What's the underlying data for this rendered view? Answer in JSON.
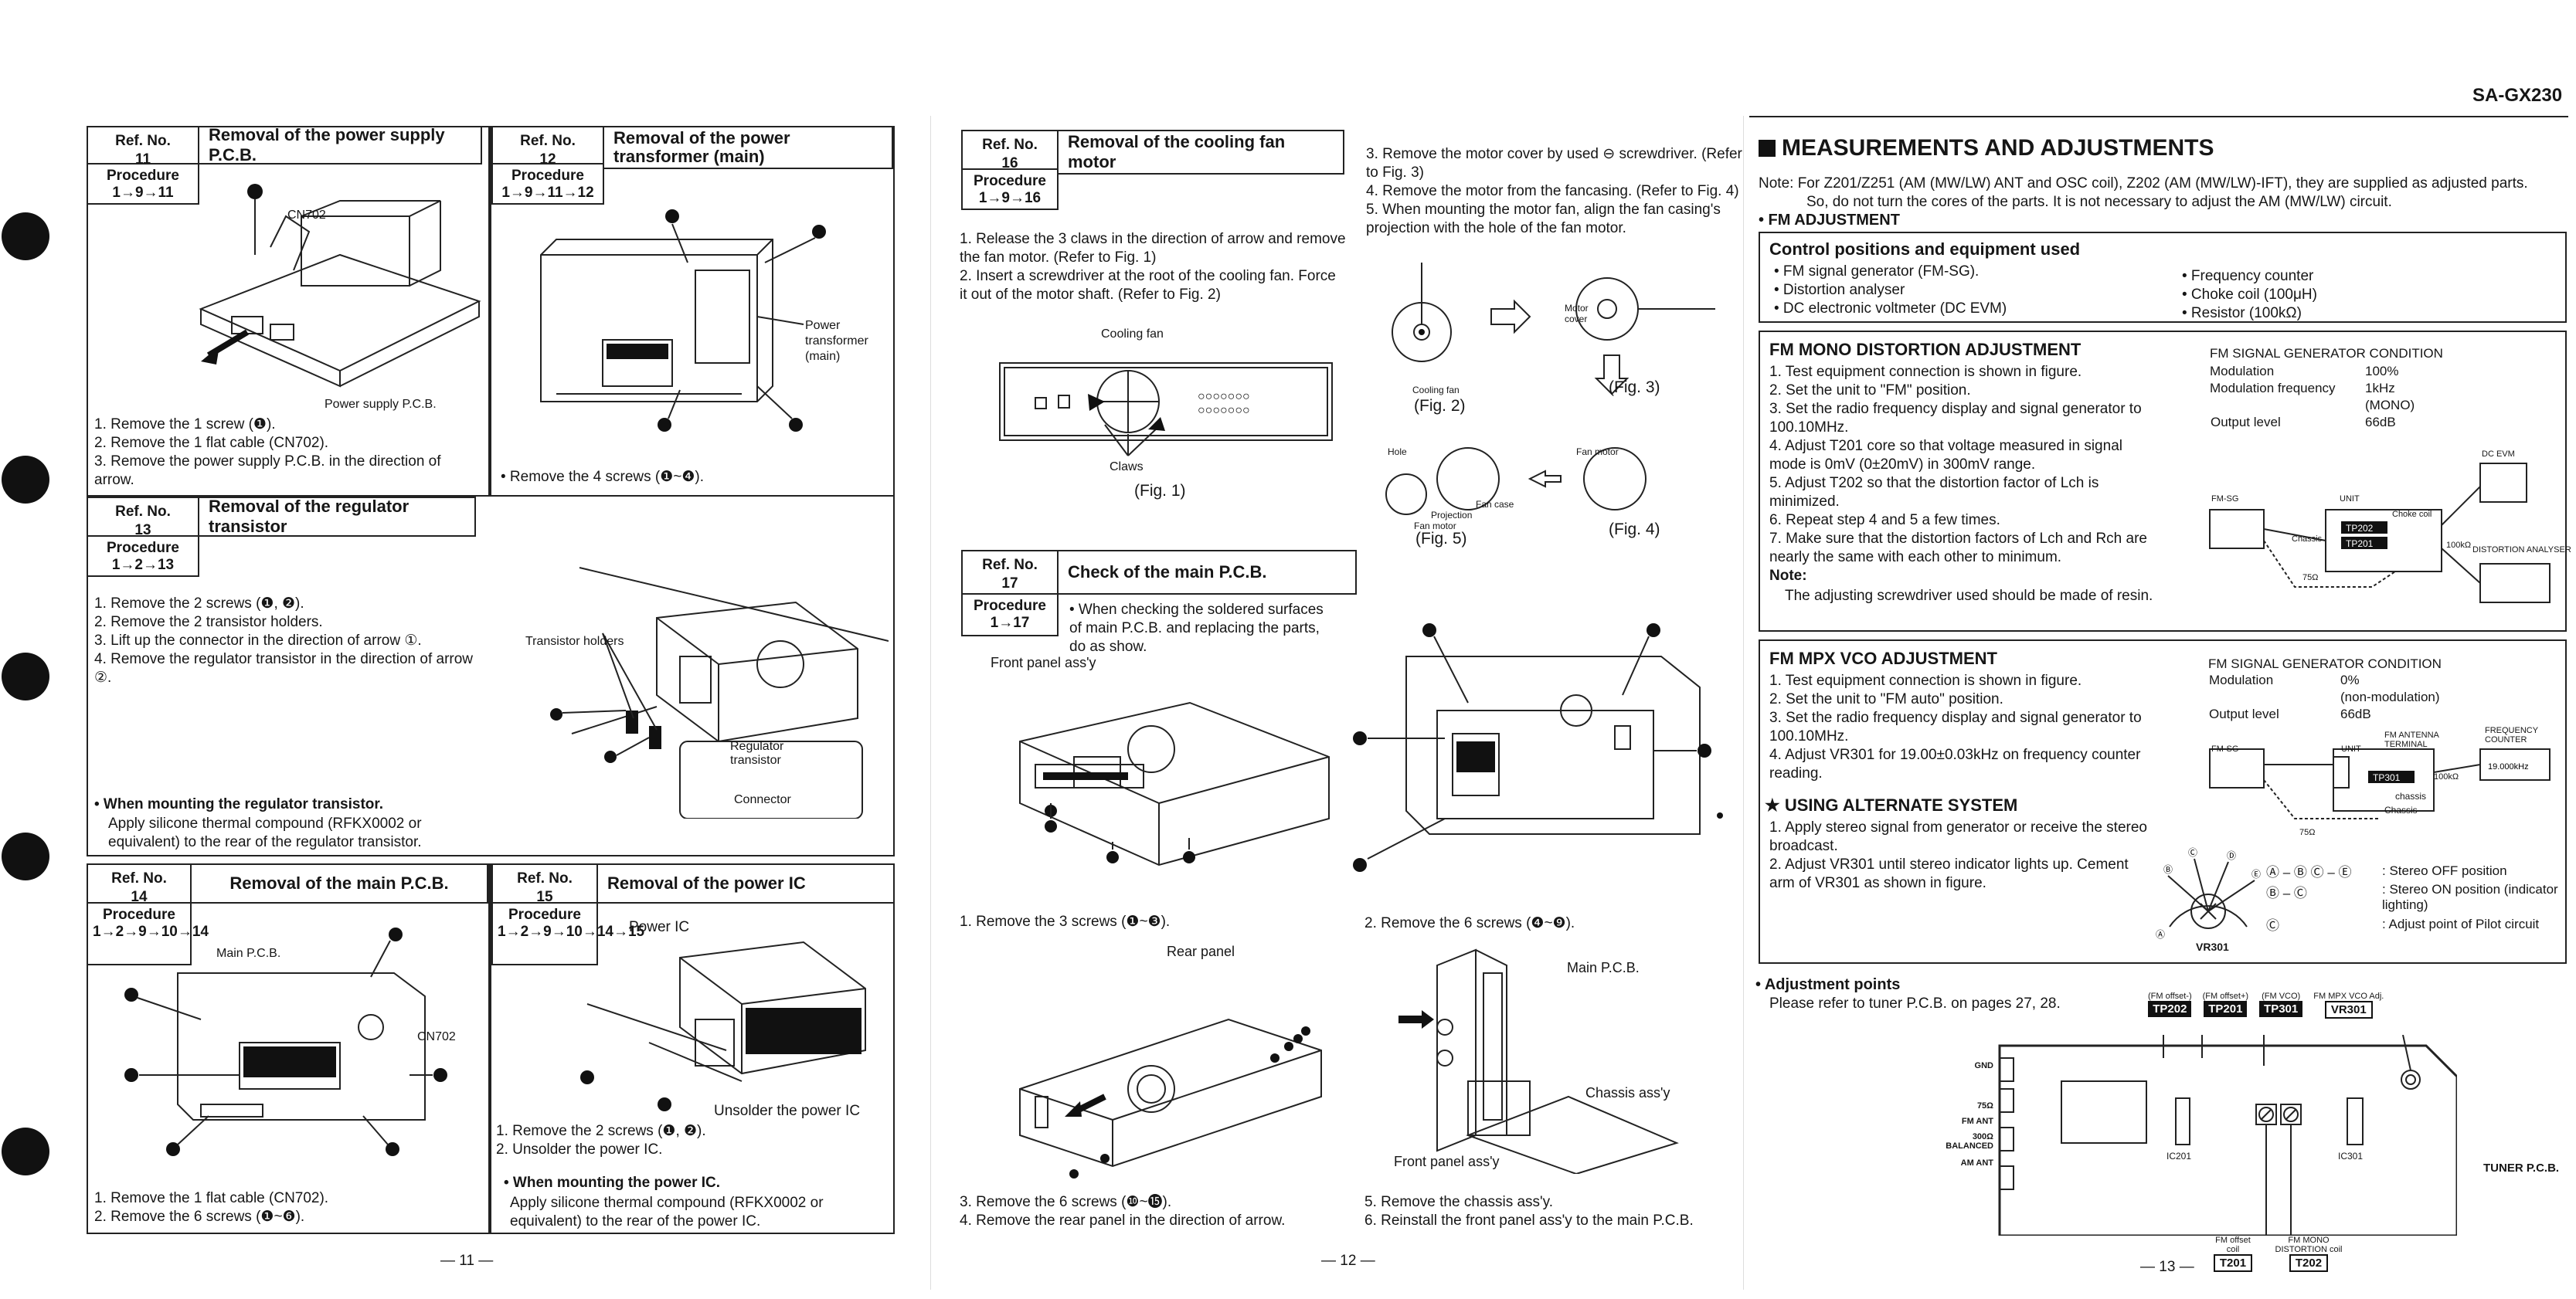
{
  "model": "SA-GX230",
  "page_numbers": [
    "— 11 —",
    "— 12 —",
    "— 13 —"
  ],
  "labels": {
    "ref_no": "Ref. No.",
    "procedure": "Procedure"
  },
  "sec11": {
    "ref": "11",
    "title": "Removal of the power supply P.C.B.",
    "procedure": "1→9→11",
    "fig_labels": [
      "CN702",
      "Power supply P.C.B."
    ],
    "steps": [
      "1. Remove the 1 screw (❶).",
      "2. Remove the 1 flat cable (CN702).",
      "3. Remove the power supply P.C.B. in the direction of arrow."
    ]
  },
  "sec12": {
    "ref": "12",
    "title": "Removal of the power transformer (main)",
    "procedure": "1→9→11→12",
    "fig_labels": [
      "Power transformer (main)"
    ],
    "note": "• Remove the 4 screws (❶~❹)."
  },
  "sec13": {
    "ref": "13",
    "title": "Removal of the regulator transistor",
    "procedure": "1→2→13",
    "steps": [
      "1. Remove the 2 screws (❶, ❷).",
      "2. Remove the 2 transistor holders.",
      "3. Lift up the connector in the direction of arrow ①.",
      "4. Remove the regulator transistor in the direction of arrow ②."
    ],
    "fig_labels": [
      "Transistor holders",
      "Regulator transistor",
      "Connector"
    ],
    "mount_head": "• When mounting the regulator transistor.",
    "mount_text": "Apply silicone thermal compound (RFKX0002 or equivalent) to the rear of the regulator transistor."
  },
  "sec14": {
    "ref": "14",
    "title": "Removal of the main P.C.B.",
    "procedure": "1→2→9→10→14",
    "fig_labels": [
      "Main P.C.B.",
      "CN702"
    ],
    "steps": [
      "1. Remove the 1 flat cable (CN702).",
      "2. Remove the 6 screws (❶~❻)."
    ]
  },
  "sec15": {
    "ref": "15",
    "title": "Removal of the power IC",
    "procedure": "1→2→9→10→14→15",
    "fig_labels": [
      "Power IC",
      "Unsolder the power IC"
    ],
    "steps": [
      "1. Remove the 2 screws (❶, ❷).",
      "2. Unsolder the power IC."
    ],
    "mount_head": "• When mounting the power IC.",
    "mount_text": "Apply silicone thermal compound (RFKX0002 or equivalent) to the rear of the power IC."
  },
  "sec16": {
    "ref": "16",
    "title": "Removal of the cooling fan motor",
    "procedure": "1→9→16",
    "steps_left": [
      "1. Release the 3 claws in the direction of arrow and remove the fan motor. (Refer to Fig. 1)",
      "2. Insert a screwdriver at the root of the cooling fan. Force it out of the motor shaft. (Refer to Fig. 2)"
    ],
    "steps_right": [
      "3. Remove the motor cover by used ⊖ screwdriver. (Refer to Fig. 3)",
      "4. Remove the motor from the fancasing. (Refer to Fig. 4)",
      "5. When mounting the motor fan, align the fan casing's projection with the hole of the fan motor."
    ],
    "fig_labels": [
      "Cooling fan",
      "Claws",
      "(Fig. 1)",
      "Cooling fan",
      "(Fig. 2)",
      "Motor cover",
      "(Fig. 3)",
      "Hole",
      "Projection",
      "Fan motor",
      "Fan case",
      "(Fig. 5)",
      "Fan motor",
      "(Fig. 4)"
    ]
  },
  "sec17": {
    "ref": "17",
    "title": "Check of the main P.C.B.",
    "procedure": "1→17",
    "intro": "• When checking the soldered surfaces of main P.C.B. and replacing the parts, do as show.",
    "fig_labels": [
      "Front panel ass'y",
      "Rear panel",
      "Main P.C.B.",
      "Chassis ass'y",
      "Front panel ass'y"
    ],
    "step1": "1. Remove the 3 screws (❶~❸).",
    "step2": "2. Remove the 6 screws (❹~❾).",
    "steps_bl": [
      "3. Remove the 6 screws (❿~⓯).",
      "4. Remove the rear panel in the direction of arrow."
    ],
    "steps_br": [
      "5. Remove the chassis ass'y.",
      "6. Reinstall the front panel ass'y to the main P.C.B."
    ]
  },
  "meas": {
    "heading": "MEASUREMENTS AND ADJUSTMENTS",
    "note1": "Note: For Z201/Z251 (AM (MW/LW) ANT and OSC coil), Z202 (AM (MW/LW)-IFT), they are supplied as adjusted parts.",
    "note2": "So, do not turn the cores of the parts.  It is not necessary to adjust the AM (MW/LW) circuit.",
    "fm_adj": "• FM ADJUSTMENT",
    "ctrl_head": "Control positions and equipment used",
    "ctrl_left": [
      "• FM signal generator (FM-SG).",
      "• Distortion analyser",
      "• DC electronic voltmeter (DC EVM)"
    ],
    "ctrl_right": [
      "• Frequency counter",
      "• Choke coil (100μH)",
      "• Resistor (100kΩ)"
    ],
    "mono_head": "FM MONO DISTORTION ADJUSTMENT",
    "mono_steps": [
      "1. Test equipment connection is shown in figure.",
      "2. Set the unit to \"FM\" position.",
      "3. Set the radio frequency display and signal generator to 100.10MHz.",
      "4. Adjust T201 core so that voltage measured in signal mode is 0mV (0±20mV) in 300mV range.",
      "5. Adjust T202 so that the distortion factor of Lch is minimized.",
      "6. Repeat step 4 and 5 a few times.",
      "7. Make sure that the distortion factors of Lch and Rch are nearly the same with each other to minimum."
    ],
    "mono_note_head": "Note:",
    "mono_note": "The adjusting screwdriver used should be made of resin.",
    "sg_cond_head": "FM SIGNAL GENERATOR CONDITION",
    "sg_mono": [
      [
        "Modulation",
        "100%"
      ],
      [
        "Modulation frequency",
        "1kHz"
      ],
      [
        "",
        "(MONO)"
      ],
      [
        "Output level",
        "66dB"
      ]
    ],
    "mono_fig_labels": [
      "DC EVM",
      "FM-SG",
      "UNIT",
      "Choke coil",
      "TP202",
      "TP201",
      "Chassis",
      "DISTORTION ANALYSER",
      "75Ω",
      "100kΩ"
    ],
    "vco_head": "FM MPX VCO ADJUSTMENT",
    "vco_steps": [
      "1. Test equipment connection is shown in figure.",
      "2. Set the unit to \"FM auto\" position.",
      "3. Set the radio frequency display and signal generator to 100.10MHz.",
      "4. Adjust VR301 for 19.00±0.03kHz on frequency counter reading."
    ],
    "sg_vco": [
      [
        "Modulation",
        "0%"
      ],
      [
        "",
        "(non-modulation)"
      ],
      [
        "Output level",
        "66dB"
      ]
    ],
    "vco_fig_labels": [
      "FREQUENCY COUNTER",
      "FM ANTENNA TERMINAL",
      "FM-SG",
      "UNIT",
      "TP301",
      "chassis",
      "Chassis",
      "19.000kHz",
      "100kΩ",
      "75Ω"
    ],
    "alt_head": "★ USING ALTERNATE SYSTEM",
    "alt_steps": [
      "1. Apply stereo signal from generator or receive the stereo broadcast.",
      "2. Adjust VR301 until stereo indicator lights up. Cement arm of VR301 as shown in figure."
    ],
    "vr_legend": [
      [
        "Ⓐ – Ⓑ  Ⓒ – Ⓔ",
        ": Stereo OFF position"
      ],
      [
        "Ⓑ – Ⓒ",
        ": Stereo ON position (indicator lighting)"
      ],
      [
        "Ⓒ",
        ": Adjust point of Pilot circuit"
      ]
    ],
    "vr_label": "VR301",
    "adj_head": "• Adjustment points",
    "adj_text": "Please refer to tuner P.C.B. on pages 27, 28.",
    "adj_top": [
      [
        "(FM offset-)",
        "TP202"
      ],
      [
        "(FM offset+)",
        "TP201"
      ],
      [
        "(FM VCO)",
        "TP301"
      ],
      [
        "FM MPX VCO Adj.",
        "VR301"
      ]
    ],
    "adj_left": [
      "GND",
      "75Ω",
      "FM ANT",
      "300Ω BALANCED",
      "AM ANT"
    ],
    "adj_ic": [
      "IC201",
      "IC301"
    ],
    "adj_bottom": [
      [
        "FM offset coil",
        "T201"
      ],
      [
        "FM MONO DISTORTION coil",
        "T202"
      ]
    ],
    "tuner_label": "TUNER P.C.B."
  }
}
